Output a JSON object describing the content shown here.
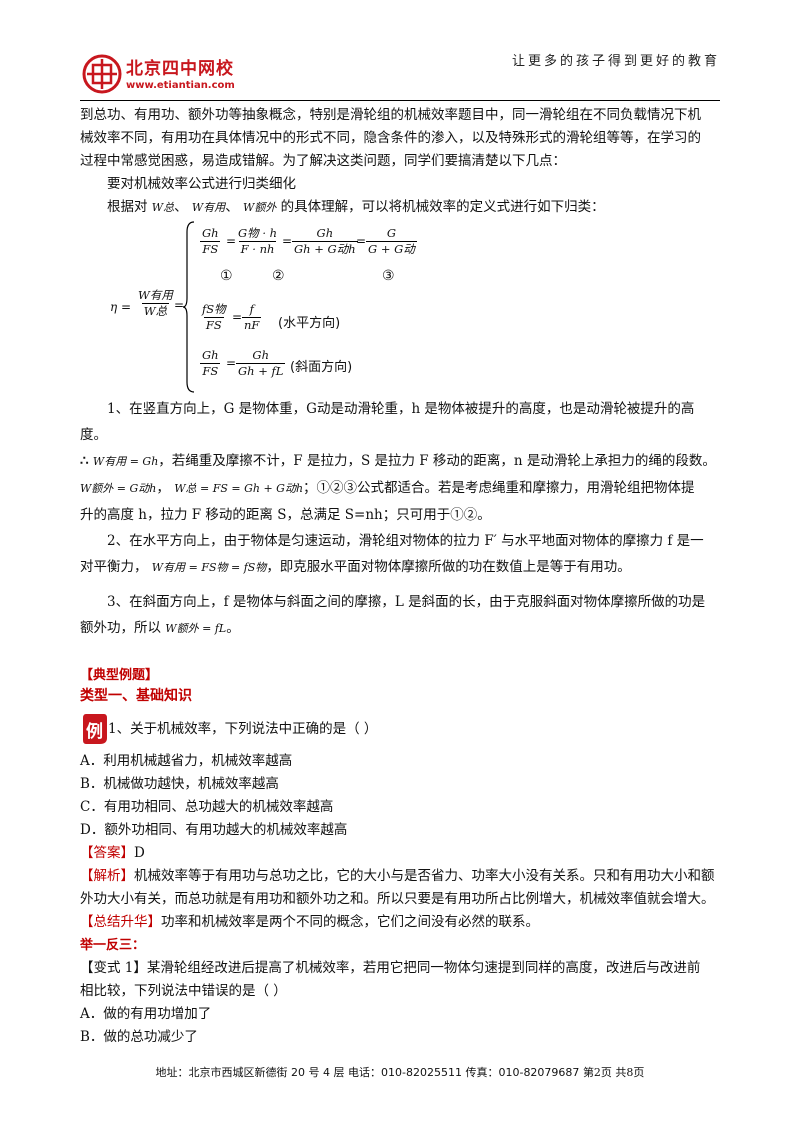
{
  "header": {
    "logo_text": "北京四中网校",
    "logo_url_text": "www.etiantian.com",
    "slogan": "让更多的孩子得到更好的教育"
  },
  "colors": {
    "accent": "#c00000",
    "logo_red": "#c8171e"
  },
  "intro": {
    "line1": "到总功、有用功、额外功等抽象概念，特别是滑轮组的机械效率题目中，同一滑轮组在不同负载情况下机",
    "line2": "械效率不同，有用功在具体情况中的形式不同，隐含条件的渗入，以及特殊形式的滑轮组等等，在学习的",
    "line3": "过程中常感觉困惑，易造成错解。为了解决这类问题，同学们要搞清楚以下几点：",
    "line4": "要对机械效率公式进行归类细化",
    "line5_a": "根据对",
    "line5_b": "的具体理解，可以将机械效率的定义式进行如下归类："
  },
  "formulas": {
    "eta": "η =",
    "eta_num": "W有用",
    "eta_den": "W总",
    "f1_num": "Gh",
    "f1_den": "FS",
    "f2_num": "G物 · h",
    "f2_den": "F · nh",
    "f3_num": "Gh",
    "f3_den": "Gh + G动h",
    "f4_num": "G",
    "f4_den": "G + G动",
    "c1": "①",
    "c2": "②",
    "c3": "③",
    "f5_num": "fS物",
    "f5_den": "FS",
    "f6_num": "f",
    "f6_den": "nF",
    "note_h": "(水平方向)",
    "f7_num": "Gh",
    "f7_den": "FS",
    "f8_num": "Gh",
    "f8_den": "Gh + fL",
    "note_s": "(斜面方向)",
    "w_total": "W总",
    "w_useful": "W有用",
    "w_extra": "W额外"
  },
  "points": {
    "p1_a": "1、在竖直方向上，G 是物体重，G动是动滑轮重，h 是物体被提升的高度，也是动滑轮被提升的高度。",
    "p1_therefore": "∴",
    "p1_f1": "W有用 = Gh",
    "p1_b": "，若绳重及摩擦不计，F 是拉力，S 是拉力 F 移动的距离，n 是动滑轮上承担力的绳的段数。",
    "p1_f2": "W额外 = G动h",
    "p1_f3": "W总 = FS = Gh + G动h",
    "p1_c": "；①②③公式都适合。若是考虑绳重和摩擦力，用滑轮组把物体提",
    "p1_d": "升的高度 h，拉力 F 移动的距离 S，总满足 S=nh；只可用于①②。",
    "p2_a": "2、在水平方向上，由于物体是匀速运动，滑轮组对物体的拉力 F′ 与水平地面对物体的摩擦力 f 是一",
    "p2_b": "对平衡力，",
    "p2_f": "W有用 = FS物 = fS物",
    "p2_c": "，即克服水平面对物体摩擦所做的功在数值上是等于有用功。",
    "p3_a": "3、在斜面方向上，f 是物体与斜面之间的摩擦，L 是斜面的长，由于克服斜面对物体摩擦所做的功是",
    "p3_b": "额外功，所以",
    "p3_f": "W额外 = fL",
    "p3_c": "。"
  },
  "examples": {
    "heading": "【典型例题】",
    "type1": "类型一、基础知识",
    "badge": "例",
    "q1": "1、关于机械效率，下列说法中正确的是（     ）",
    "options": [
      "A．利用机械越省力，机械效率越高",
      "B．机械做功越快，机械效率越高",
      "C．有用功相同、总功越大的机械效率越高",
      "D．额外功相同、有用功越大的机械效率越高"
    ],
    "answer_tag": "【答案】",
    "answer": "D",
    "analysis_tag": "【解析】",
    "analysis_1": "机械效率等于有用功与总功之比，它的大小与是否省力、功率大小没有关系。只和有用功大小和额",
    "analysis_2": "外功大小有关，而总功就是有用功和额外功之和。所以只要是有用功所占比例增大，机械效率值就会增大。",
    "summary_tag": "【总结升华】",
    "summary": "功率和机械效率是两个不同的概念，它们之间没有必然的联系。",
    "extend": "举一反三：",
    "var1_tag": "【变式 1】",
    "var1_1": "某滑轮组经改进后提高了机械效率，若用它把同一物体匀速提到同样的高度，改进后与改进前",
    "var1_2": "相比较，下列说法中错误的是（     ）",
    "var_options": [
      "A．做的有用功增加了",
      "B．做的总功减少了"
    ]
  },
  "footer": {
    "address": "地址：北京市西城区新德街 20 号 4 层  电话：010-82025511  传真：010-82079687",
    "page": "第2页  共8页"
  }
}
